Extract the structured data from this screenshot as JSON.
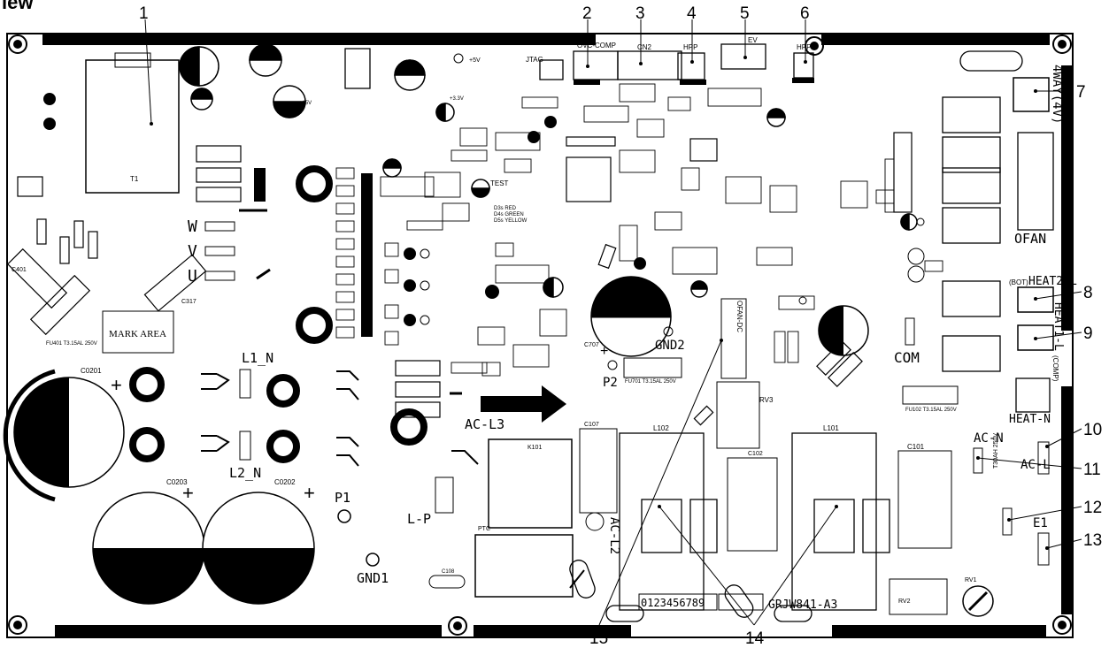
{
  "heading": "iew",
  "board_name": "GRJW841-A3",
  "mark_area": "MARK AREA",
  "callouts": [
    "1",
    "2",
    "3",
    "4",
    "5",
    "6",
    "7",
    "8",
    "9",
    "10",
    "11",
    "12",
    "13",
    "14",
    "15"
  ],
  "connectors": {
    "ovc_comp": "OVC-COMP",
    "cn2": "CN2",
    "hpp": "HPP",
    "ev": "EV",
    "hpp1": "HPP1",
    "jtag": "JTAG",
    "fourway": "4WAY(4V)",
    "ofan": "OFAN",
    "heat2": "HEAT2-L",
    "heat1": "HEAT1-L",
    "heat_n": "HEAT-N",
    "ac_n": "AC-N",
    "ac_l": "AC-L",
    "e1": "E1",
    "ac_l3": "AC-L3",
    "ac_l2": "AC-L2",
    "l_p": "L-P",
    "p1": "P1",
    "p2": "P2",
    "gnd1": "GND1",
    "gnd2": "GND2",
    "com": "COM",
    "l1n": "L1_N",
    "l2n": "L2_N",
    "w": "W",
    "v": "V",
    "u": "U",
    "ofan_dc": "OFAN-DC",
    "bot": "(BOT)",
    "comp": "(COMP)",
    "test": "TEST",
    "plus5": "+5V",
    "plus15": "+15V",
    "plus33": "+3.3V",
    "ptc": "PTC"
  },
  "caps": {
    "c0201": "C0201",
    "c0202": "C0202",
    "c0203": "C0203",
    "c707": "C707",
    "c401": "C401",
    "c317": "C317",
    "c101": "C101",
    "c102": "C102",
    "c107": "C107",
    "l101": "L101",
    "l102": "L102",
    "k101": "K101",
    "rv1": "RV1",
    "rv2": "RV2",
    "rv3": "RV3",
    "fu401": "FU401 T3.15AL 250V",
    "fu701": "FU701 T3.15AL 250V",
    "fu102": "FU102 T3.15AL 250V",
    "t1": "T1",
    "fuse_label": "T30AH 250V",
    "led_legend": [
      "D3s RED",
      "D4s GREEN",
      "D5s YELLOW"
    ],
    "num_row": "0123456789"
  }
}
